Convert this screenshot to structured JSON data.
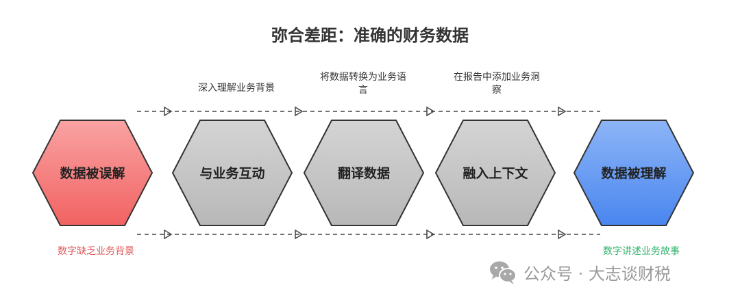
{
  "title": "弥合差距：准确的财务数据",
  "hexagons": [
    {
      "label": "数据被误解",
      "fill": "#f26c6c"
    },
    {
      "label": "与业务互动",
      "fill": "#c4c4c4"
    },
    {
      "label": "翻译数据",
      "fill": "#c4c4c4"
    },
    {
      "label": "融入上下文",
      "fill": "#c4c4c4"
    },
    {
      "label": "数据被理解",
      "fill": "#5b91f0"
    }
  ],
  "top_labels": [
    {
      "line1": "深入理解业务背景",
      "line2": ""
    },
    {
      "line1": "将数据转换为业务语",
      "line2": "言"
    },
    {
      "line1": "在报告中添加业务洞",
      "line2": "察"
    }
  ],
  "bottom_left": {
    "text": "数字缺乏业务背景",
    "color": "#e05a5a"
  },
  "bottom_right": {
    "text": "数字讲述业务故事",
    "color": "#2fb36b"
  },
  "watermark": {
    "text": "公众号 · 大志谈财税",
    "icon": "wechat-icon"
  }
}
